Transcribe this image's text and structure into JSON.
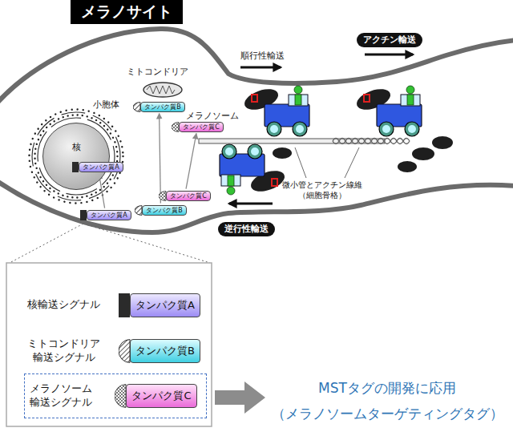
{
  "diagram": {
    "title": "メラノサイト",
    "nodes": [
      {
        "text": [
          "核"
        ]
      },
      {
        "text": [
          "タンパク質A"
        ],
        "in": 0
      },
      {
        "text": [
          "タンパク質B"
        ]
      },
      {
        "text": [
          "タンパク質C"
        ]
      },
      {
        "text": [
          "タンパク質A"
        ]
      },
      {
        "text": [
          "タンパク質B"
        ]
      },
      {
        "text": [
          "タンパク質C"
        ]
      },
      {
        "text": [
          "アクチン輸送"
        ]
      },
      {
        "text": [
          "逆行性輸送"
        ]
      },
      {
        "text": [
          "タンパク質A"
        ]
      },
      {
        "text": [
          "タンパク質B"
        ]
      },
      {
        "text": [
          "メラノソーム 輸送シグナル"
        ]
      },
      {
        "text": [
          "タンパク質C"
        ],
        "in": 11
      }
    ],
    "edges": [
      {
        "from": 4,
        "to": 1,
        "arrow": "to"
      },
      {
        "from": 5,
        "to": 2,
        "arrow": "to"
      },
      {
        "from": 6,
        "to": 3,
        "arrow": "to"
      }
    ],
    "labels": [
      "小胞体",
      "ミトコンドリア",
      "メラノソーム",
      "順行性輸送",
      "微小管とアクチン線維 （細胞骨格）",
      "核輸送シグナル",
      "ミトコンドリア 輸送シグナル",
      "MSTタグの開発に応用 （メラノソームターゲティングタグ）"
    ]
  }
}
